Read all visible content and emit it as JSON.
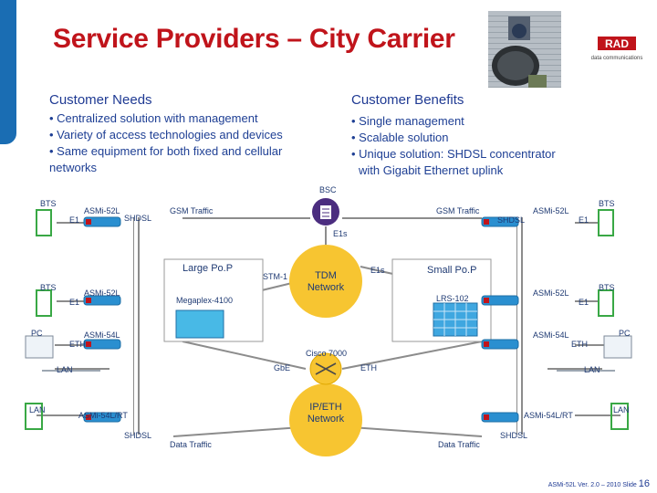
{
  "slide": {
    "title": "Service Providers – City Carrier",
    "logo_text": "RAD",
    "logo_subtitle": "data communications"
  },
  "needs": {
    "heading": "Customer Needs",
    "items": [
      "• Centralized solution with management",
      "• Variety of access technologies and devices",
      "• Same equipment for both fixed and cellular",
      "networks"
    ]
  },
  "benefits": {
    "heading": "Customer Benefits",
    "items": [
      "• Single management",
      "• Scalable solution",
      "• Unique solution: SHDSL concentrator",
      "with Gigabit Ethernet uplink"
    ]
  },
  "diagram": {
    "bsc": "BSC",
    "e1s_top": "E1s",
    "e1s_right": "E1s",
    "tdm_network": "TDM\nNetwork",
    "ip_eth_network": "IP/ETH\nNetwork",
    "large_pop": "Large Po.P",
    "small_pop": "Small Po.P",
    "megaplex": "Megaplex-4100",
    "lrs": "LRS-102",
    "cisco": "Cisco 7000",
    "stm1": "STM-1",
    "gbe": "GbE",
    "eth_center": "ETH",
    "gsm_left": "GSM Traffic",
    "gsm_right": "GSM Traffic",
    "data_left": "Data Traffic",
    "data_right": "Data Traffic",
    "shdsl_tl": "SHDSL",
    "shdsl_tr": "SHDSL",
    "shdsl_bl": "SHDSL",
    "shdsl_br": "SHDSL",
    "bts": "BTS",
    "e1": "E1",
    "pc": "PC",
    "lan": "LAN",
    "eth": "ETH",
    "asmi52l": "ASMi-52L",
    "asmi54l": "ASMi-54L",
    "asmi54lrt": "ASMi-54L/RT"
  },
  "footer": {
    "text": "ASMi-52L Ver. 2.0 – 2010 Slide",
    "page": "16"
  },
  "colors": {
    "title": "#c0141b",
    "text_blue": "#1e3f94",
    "cloud_yellow": "#f7c531",
    "device_blue": "#2a8fd0",
    "bsc_purple": "#4b2d7f",
    "line_gray": "#8c8c8c"
  }
}
